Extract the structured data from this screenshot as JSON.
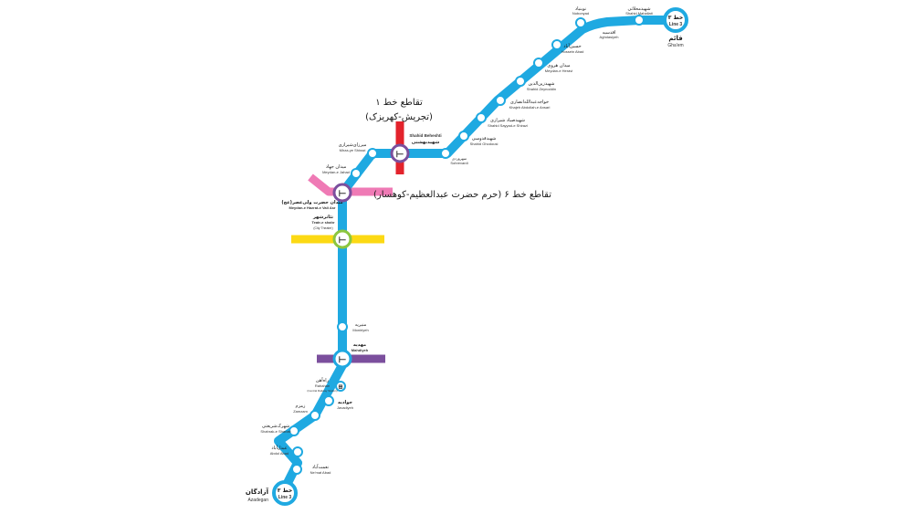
{
  "line": {
    "color": "#1fa9e1",
    "terminal_label_fa": "خط ۳",
    "terminal_label_en": "Line 3"
  },
  "terminals": {
    "north": {
      "name_fa": "قائم",
      "name_en": "Gha'em"
    },
    "south": {
      "name_fa": "آزادگان",
      "name_en": "Azadegan"
    }
  },
  "stations": [
    {
      "id": "shahid-mahallati",
      "name_fa": "شهیدمحلاتی",
      "name_en": "Shahid Mahallati",
      "kind": "normal"
    },
    {
      "id": "nobonyad",
      "name_fa": "نوبنیاد",
      "name_en": "Nobonyad",
      "kind": "normal"
    },
    {
      "id": "aghdasiyeh",
      "name_fa": "اقدسیه",
      "name_en": "Aghdasiyeh",
      "kind": "normal"
    },
    {
      "id": "hossein-abad",
      "name_fa": "حسین‌آباد",
      "name_en": "Hossein Abad",
      "kind": "normal"
    },
    {
      "id": "meydan-heravi",
      "name_fa": "میدان هروی",
      "name_en": "Meydan-e Heravi",
      "kind": "normal"
    },
    {
      "id": "shahid-zeynoddin",
      "name_fa": "شهیدزین‌الدین",
      "name_en": "Shahid Zeynoddin",
      "kind": "normal"
    },
    {
      "id": "khajeh-abdollah-ansari",
      "name_fa": "خواجه‌عبدالله‌انصاری",
      "name_en": "Khajeh Abdollah-e Ansari",
      "kind": "normal"
    },
    {
      "id": "shahid-sayyad-shirazi",
      "name_fa": "شهیدصیاد شیرازی",
      "name_en": "Shahid Sayyad-e Shirazi",
      "kind": "normal"
    },
    {
      "id": "shahid-ghodousi",
      "name_fa": "شهیدقدوسی",
      "name_en": "Shahid Ghodousi",
      "kind": "normal"
    },
    {
      "id": "sohrevardi",
      "name_fa": "سهروردی",
      "name_en": "Sohrevardi",
      "kind": "normal"
    },
    {
      "id": "shahid-beheshti",
      "name_fa": "شهیدبهشتی",
      "name_en": "Shahid Beheshti",
      "kind": "interchange"
    },
    {
      "id": "mirza-ye-shirazi",
      "name_fa": "میرزای‌شیرازی",
      "name_en": "Mirza-ye Shirazi",
      "kind": "normal"
    },
    {
      "id": "meydan-e-jahad",
      "name_fa": "میدان جهاد",
      "name_en": "Meydan-e Jahad",
      "kind": "normal"
    },
    {
      "id": "meydan-vali-asr",
      "name_fa": "میدان حضرت ولی‌عصر(عج)",
      "name_en": "Meydan-e Hazrat-e Vali Asr",
      "kind": "interchange"
    },
    {
      "id": "teatr-e-shahr",
      "name_fa": "تئاترشهر",
      "name_en": "Teatr-e shahr",
      "name_en2": "(City Theater)",
      "kind": "interchange"
    },
    {
      "id": "monirieh",
      "name_fa": "منیریه",
      "name_en": "Moniriyeh",
      "kind": "normal"
    },
    {
      "id": "mahdiyeh",
      "name_fa": "مهدیه",
      "name_en": "Mahdiyeh",
      "kind": "interchange"
    },
    {
      "id": "rahahan",
      "name_fa": "راه‌آهن",
      "name_en": "Rahahan",
      "name_en2": "(Central Railway Station)",
      "kind": "railway"
    },
    {
      "id": "javadiyeh",
      "name_fa": "جوادیه",
      "name_en": "Javadiyeh",
      "kind": "normal"
    },
    {
      "id": "zamzam",
      "name_fa": "زمزم",
      "name_en": "Zamzam",
      "kind": "normal"
    },
    {
      "id": "shahrak-shariati",
      "name_fa": "شهرک‌شریعتی",
      "name_en": "Shahrak-e Shariati",
      "kind": "normal"
    },
    {
      "id": "abdol-abad",
      "name_fa": "عبدل‌آباد",
      "name_en": "Abdol Abad",
      "kind": "normal"
    },
    {
      "id": "nematabad",
      "name_fa": "نعمت‌آباد",
      "name_en": "Ne'mat Abad",
      "kind": "normal"
    }
  ],
  "transfers": [
    {
      "id": "line1",
      "color": "#e3232c",
      "label_fa_1": "تقاطع خط ۱",
      "label_fa_2": "(تجریش-کهریزک)"
    },
    {
      "id": "line6",
      "color": "#ef7ab5",
      "label_fa": "تقاطع خط ۶ (حرم حضرت عبدالعظیم-کوهسار)"
    },
    {
      "id": "line4",
      "color": "#fcd914"
    },
    {
      "id": "line7",
      "color": "#7b4f9d"
    }
  ]
}
